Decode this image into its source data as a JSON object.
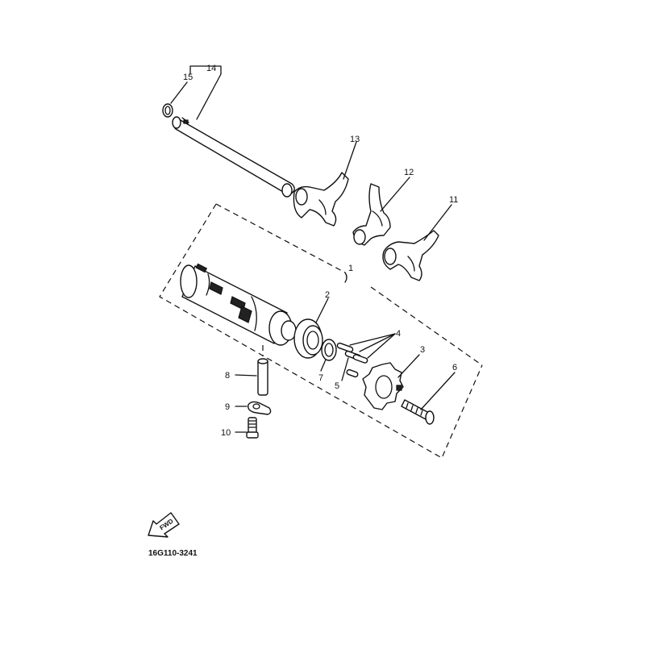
{
  "callouts": {
    "n1": "1",
    "n2": "2",
    "n3": "3",
    "n4": "4",
    "n5": "5",
    "n6": "6",
    "n7": "7",
    "n8": "8",
    "n9": "9",
    "n10": "10",
    "n11": "11",
    "n12": "12",
    "n13": "13",
    "n14": "14",
    "n15": "15"
  },
  "fwd_label": "FWD",
  "diagram_code": "16G110-3241",
  "colors": {
    "line": "#111111",
    "background": "#ffffff"
  }
}
